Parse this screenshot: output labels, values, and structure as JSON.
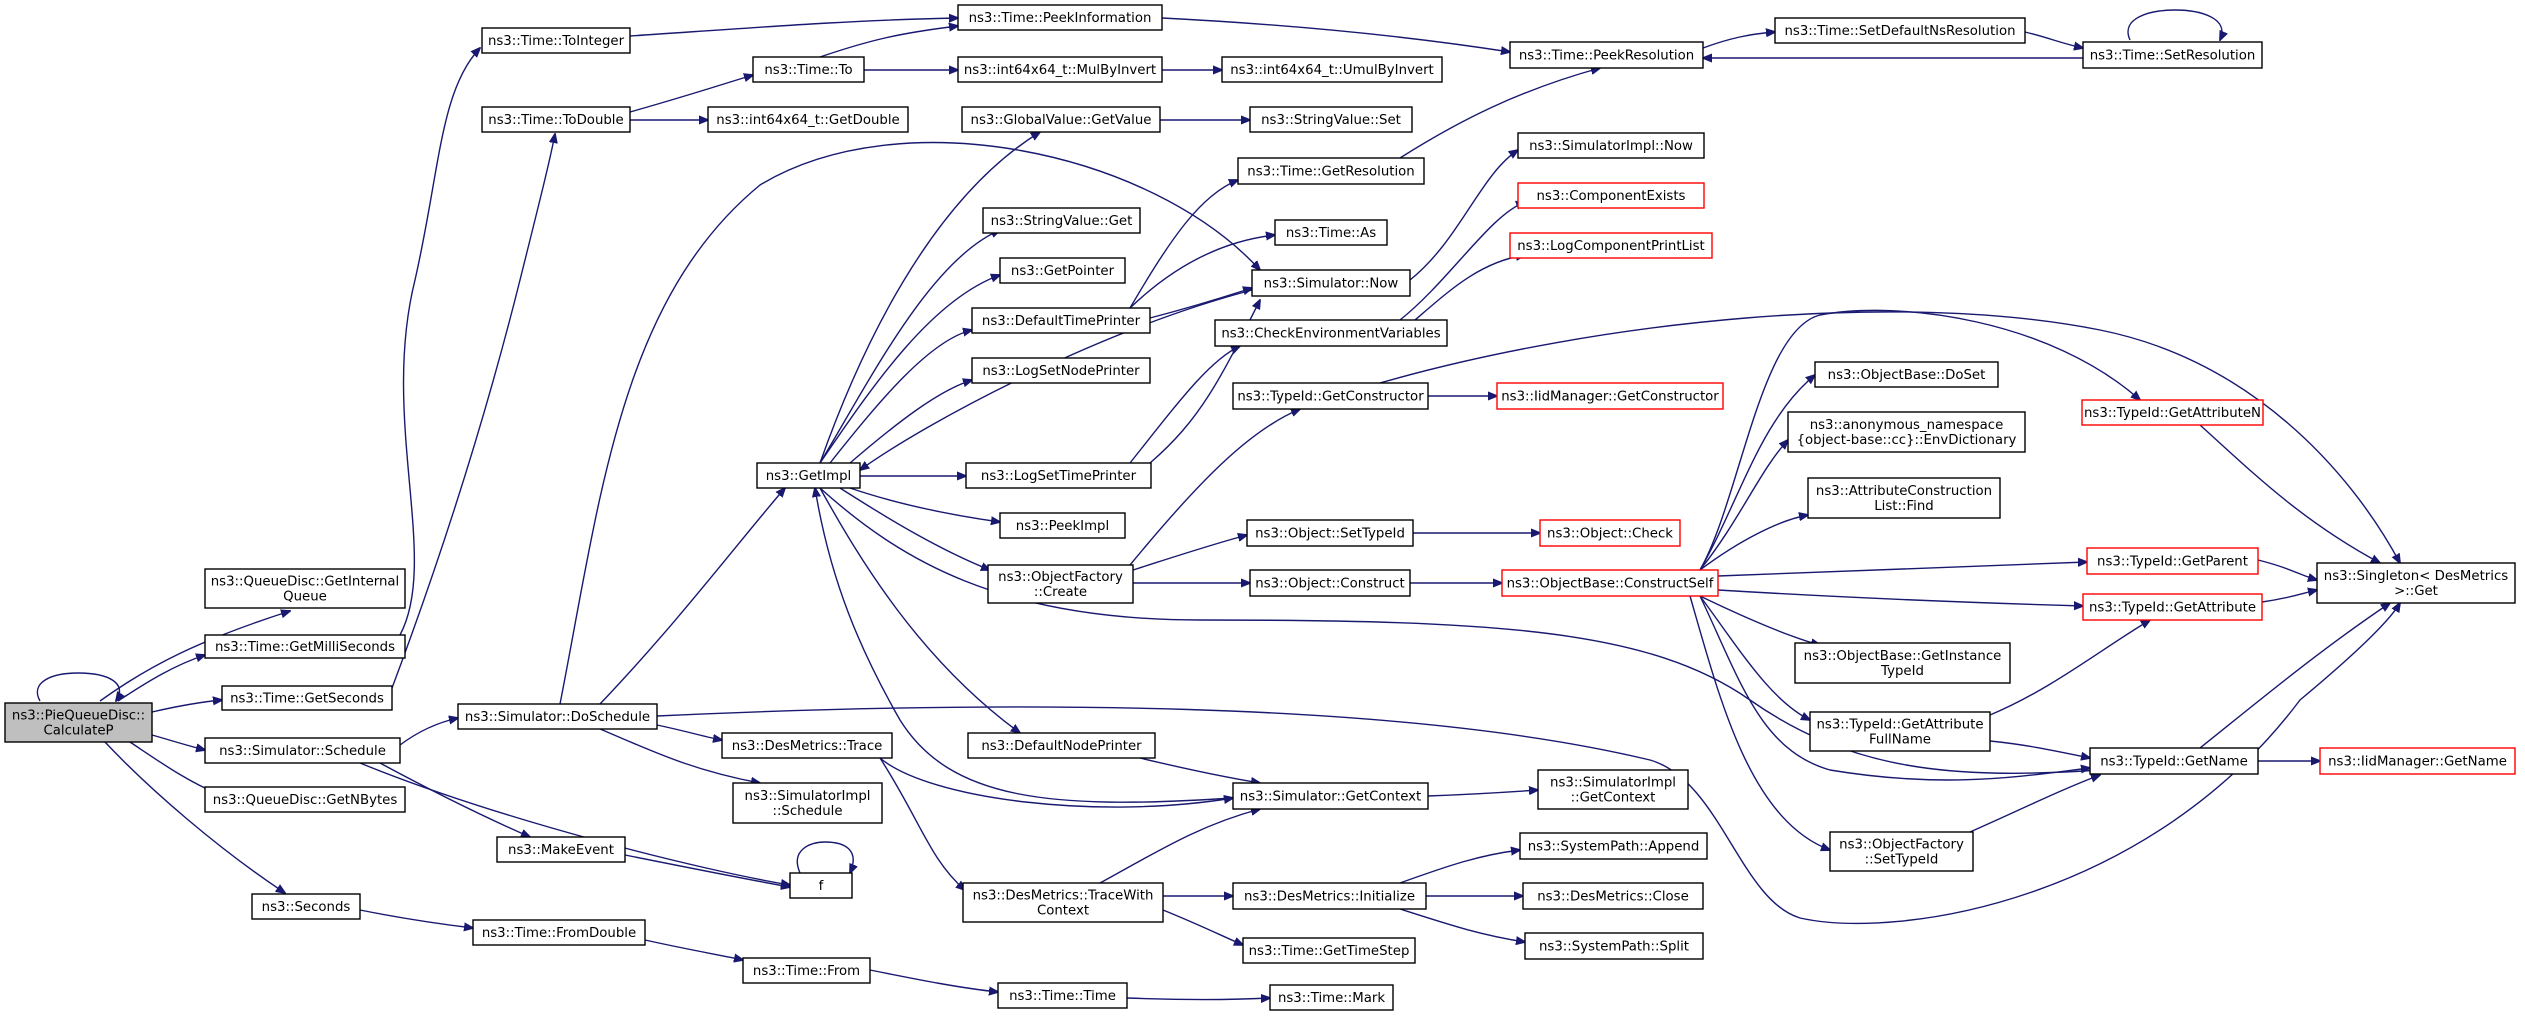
{
  "graph": {
    "colors": {
      "edge": "#191970",
      "node_border": "#000000",
      "truncated_border": "#ff0000",
      "root_fill": "#bfbfbf"
    },
    "nodes": [
      {
        "id": "root",
        "label": "ns3::PieQueueDisc::\nCalculateP",
        "style": "root"
      },
      {
        "id": "qgetinternal",
        "label": "ns3::QueueDisc::GetInternal\nQueue"
      },
      {
        "id": "getmilli",
        "label": "ns3::Time::GetMilliSeconds"
      },
      {
        "id": "getseconds",
        "label": "ns3::Time::GetSeconds"
      },
      {
        "id": "schedule",
        "label": "ns3::Simulator::Schedule"
      },
      {
        "id": "getnbytes",
        "label": "ns3::QueueDisc::GetNBytes"
      },
      {
        "id": "seconds",
        "label": "ns3::Seconds"
      },
      {
        "id": "tointeger",
        "label": "ns3::Time::ToInteger"
      },
      {
        "id": "todouble",
        "label": "ns3::Time::ToDouble"
      },
      {
        "id": "peekinfo",
        "label": "ns3::Time::PeekInformation"
      },
      {
        "id": "to",
        "label": "ns3::Time::To"
      },
      {
        "id": "getdouble",
        "label": "ns3::int64x64_t::GetDouble"
      },
      {
        "id": "mulbyinvert",
        "label": "ns3::int64x64_t::MulByInvert"
      },
      {
        "id": "umulbyinvert",
        "label": "ns3::int64x64_t::UmulByInvert"
      },
      {
        "id": "peekres",
        "label": "ns3::Time::PeekResolution"
      },
      {
        "id": "setdefaultns",
        "label": "ns3::Time::SetDefaultNsResolution"
      },
      {
        "id": "setres",
        "label": "ns3::Time::SetResolution"
      },
      {
        "id": "globalget",
        "label": "ns3::GlobalValue::GetValue"
      },
      {
        "id": "strset",
        "label": "ns3::StringValue::Set"
      },
      {
        "id": "getres",
        "label": "ns3::Time::GetResolution"
      },
      {
        "id": "simimplnow",
        "label": "ns3::SimulatorImpl::Now"
      },
      {
        "id": "strget",
        "label": "ns3::StringValue::Get"
      },
      {
        "id": "timeas",
        "label": "ns3::Time::As"
      },
      {
        "id": "compexists",
        "label": "ns3::ComponentExists",
        "style": "red"
      },
      {
        "id": "getpointer",
        "label": "ns3::GetPointer"
      },
      {
        "id": "logprint",
        "label": "ns3::LogComponentPrintList",
        "style": "red"
      },
      {
        "id": "deftimeprinter",
        "label": "ns3::DefaultTimePrinter"
      },
      {
        "id": "simnow",
        "label": "ns3::Simulator::Now"
      },
      {
        "id": "checkenv",
        "label": "ns3::CheckEnvironmentVariables"
      },
      {
        "id": "lognodeprinter",
        "label": "ns3::LogSetNodePrinter"
      },
      {
        "id": "getctor",
        "label": "ns3::TypeId::GetConstructor"
      },
      {
        "id": "iidgetctor",
        "label": "ns3::IidManager::GetConstructor",
        "style": "red"
      },
      {
        "id": "doset",
        "label": "ns3::ObjectBase::DoSet"
      },
      {
        "id": "envdict",
        "label": "ns3::anonymous_namespace\n{object-base::cc}::EnvDictionary"
      },
      {
        "id": "getattrn",
        "label": "ns3::TypeId::GetAttributeN",
        "style": "red"
      },
      {
        "id": "getimpl",
        "label": "ns3::GetImpl"
      },
      {
        "id": "logtimeprinter",
        "label": "ns3::LogSetTimePrinter"
      },
      {
        "id": "attrfind",
        "label": "ns3::AttributeConstruction\nList::Find"
      },
      {
        "id": "peekimpl",
        "label": "ns3::PeekImpl"
      },
      {
        "id": "settypeid",
        "label": "ns3::Object::SetTypeId"
      },
      {
        "id": "objcheck",
        "label": "ns3::Object::Check",
        "style": "red"
      },
      {
        "id": "getparent",
        "label": "ns3::TypeId::GetParent",
        "style": "red"
      },
      {
        "id": "singleton",
        "label": "ns3::Singleton< DesMetrics\n>::Get"
      },
      {
        "id": "ofcreate",
        "label": "ns3::ObjectFactory\n::Create"
      },
      {
        "id": "construct",
        "label": "ns3::Object::Construct"
      },
      {
        "id": "constructself",
        "label": "ns3::ObjectBase::ConstructSelf",
        "style": "red"
      },
      {
        "id": "getattr",
        "label": "ns3::TypeId::GetAttribute",
        "style": "red"
      },
      {
        "id": "doschedule",
        "label": "ns3::Simulator::DoSchedule"
      },
      {
        "id": "getinstance",
        "label": "ns3::ObjectBase::GetInstance\nTypeId"
      },
      {
        "id": "dmtrace",
        "label": "ns3::DesMetrics::Trace"
      },
      {
        "id": "defnodeprinter",
        "label": "ns3::DefaultNodePrinter"
      },
      {
        "id": "simimplsched",
        "label": "ns3::SimulatorImpl\n::Schedule"
      },
      {
        "id": "getattrfull",
        "label": "ns3::TypeId::GetAttribute\nFullName"
      },
      {
        "id": "getname",
        "label": "ns3::TypeId::GetName"
      },
      {
        "id": "iidgetname",
        "label": "ns3::IidManager::GetName",
        "style": "red"
      },
      {
        "id": "simgetctx",
        "label": "ns3::Simulator::GetContext"
      },
      {
        "id": "simimplctx",
        "label": "ns3::SimulatorImpl\n::GetContext"
      },
      {
        "id": "makeevent",
        "label": "ns3::MakeEvent"
      },
      {
        "id": "f",
        "label": "f"
      },
      {
        "id": "ofsettypeid",
        "label": "ns3::ObjectFactory\n::SetTypeId"
      },
      {
        "id": "spappend",
        "label": "ns3::SystemPath::Append"
      },
      {
        "id": "dmtracectx",
        "label": "ns3::DesMetrics::TraceWith\nContext"
      },
      {
        "id": "dminit",
        "label": "ns3::DesMetrics::Initialize"
      },
      {
        "id": "dmclose",
        "label": "ns3::DesMetrics::Close"
      },
      {
        "id": "gettimestep",
        "label": "ns3::Time::GetTimeStep"
      },
      {
        "id": "spsplit",
        "label": "ns3::SystemPath::Split"
      },
      {
        "id": "fromdouble",
        "label": "ns3::Time::FromDouble"
      },
      {
        "id": "from",
        "label": "ns3::Time::From"
      },
      {
        "id": "time",
        "label": "ns3::Time::Time"
      },
      {
        "id": "mark",
        "label": "ns3::Time::Mark"
      }
    ]
  }
}
